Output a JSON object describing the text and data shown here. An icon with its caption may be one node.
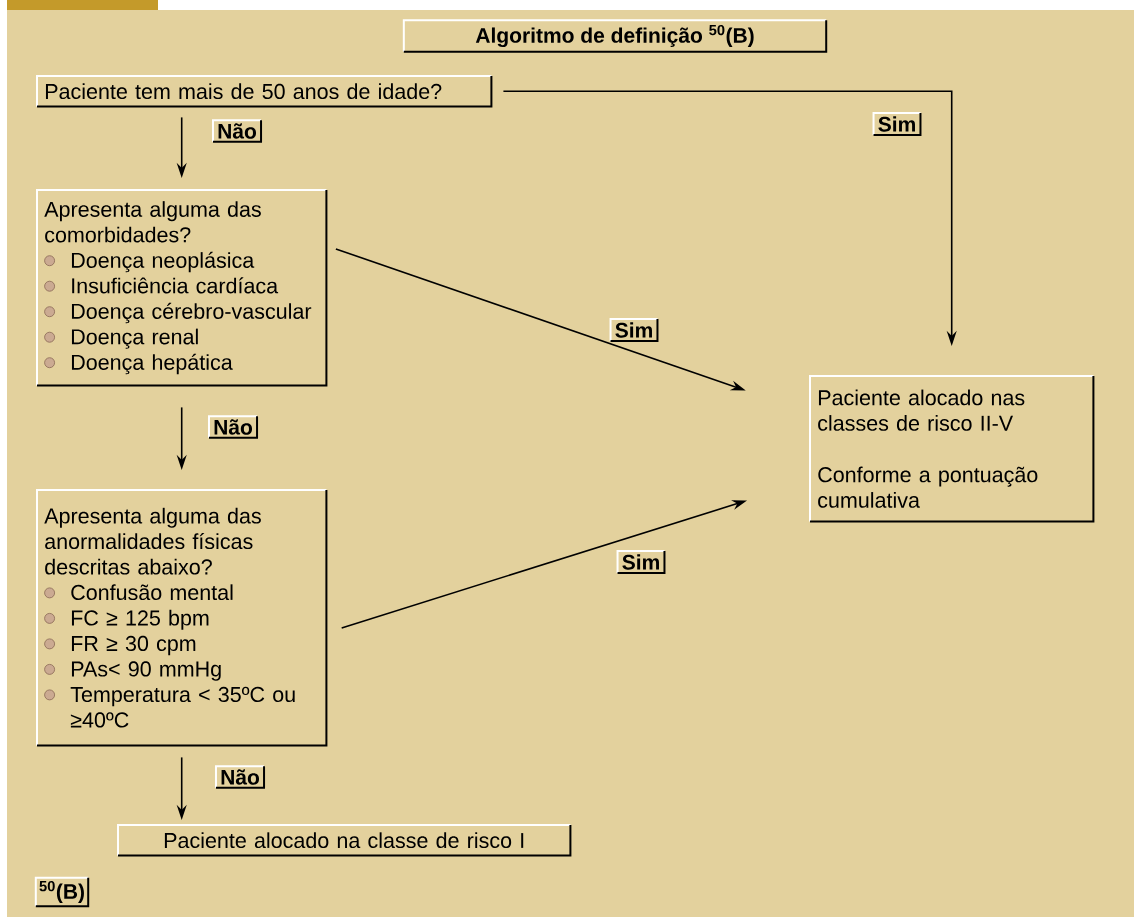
{
  "diagram": {
    "title": "Algoritmo de definição $^{50}$(B)",
    "nodes": [
      {
        "text": [
          "Paciente tem mais de 50 anos de idade?"
        ]
      },
      {
        "text": [
          "Apresenta alguma das comorbidades?",
          "Doença neoplásica",
          "Insuficiência cardíaca",
          "Doença cérebro-vascular",
          "Doença renal",
          "Doença hepática"
        ]
      },
      {
        "text": [
          "Apresenta alguma das anormalidades físicas descritas abaixo?",
          "Confusão mental",
          "FC ≥ 125 bpm",
          "FR ≥ 30 cpm",
          "PAs< 90 mmHg",
          "Temperatura < 35ºC ou ≥40ºC"
        ]
      },
      {
        "text": [
          "Paciente alocado nas classes de risco II-V",
          "Conforme a pontuação cumulativa"
        ]
      },
      {
        "text": [
          "Paciente alocado na classe de risco I"
        ]
      }
    ],
    "edges": [
      {
        "from": 0,
        "to": 1,
        "arrow": "to",
        "label": "Não"
      },
      {
        "from": 0,
        "to": 3,
        "arrow": "to",
        "label": "Sim"
      },
      {
        "from": 1,
        "to": 3,
        "arrow": "to",
        "label": "Sim"
      },
      {
        "from": 1,
        "to": 2,
        "arrow": "to",
        "label": "Não"
      },
      {
        "from": 2,
        "to": 3,
        "arrow": "to",
        "label": "Sim"
      },
      {
        "from": 2,
        "to": 4,
        "arrow": "to",
        "label": "Não"
      }
    ],
    "labels": [
      "$^{50}$(B)"
    ]
  }
}
